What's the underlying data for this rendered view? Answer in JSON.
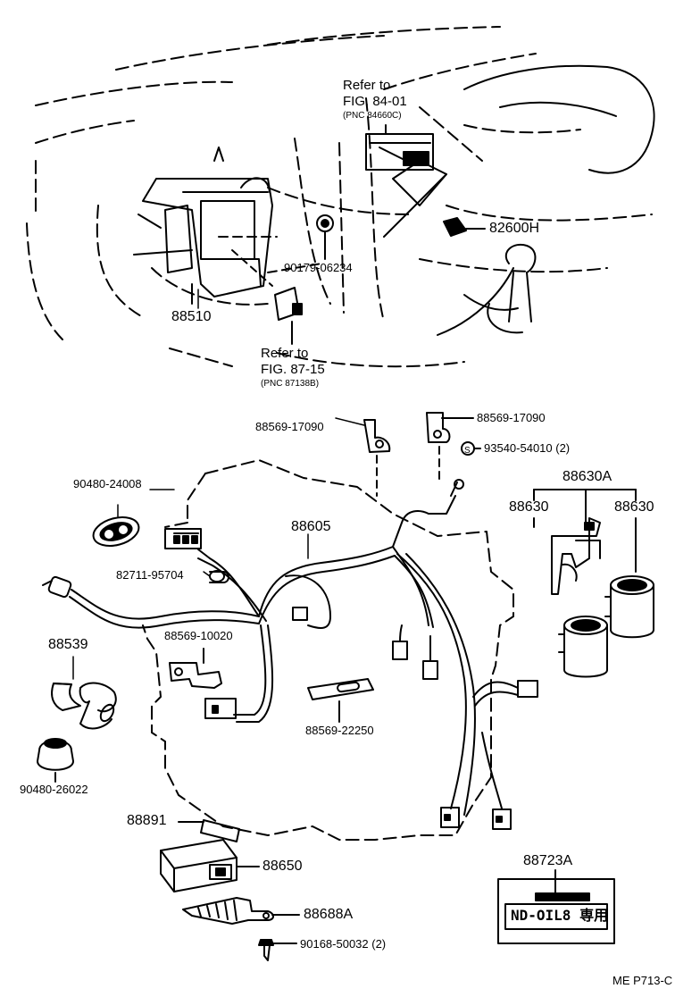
{
  "labels": {
    "ref_8401_line1": "Refer to",
    "ref_8401_line2": "FIG. 84-01",
    "ref_8401_line3": "(PNC 84660C)",
    "p82600h": "82600H",
    "p90179_06234": "90179-06234",
    "p88510": "88510",
    "ref_8715_line1": "Refer to",
    "ref_8715_line2": "FIG. 87-15",
    "ref_8715_line3": "(PNC 87138B)",
    "p88569_17090_left": "88569-17090",
    "p88569_17090_right": "88569-17090",
    "p93540_54010": "93540-54010 (2)",
    "p90480_24008": "90480-24008",
    "p88605": "88605",
    "p88630a": "88630A",
    "p88630_left": "88630",
    "p88630_right": "88630",
    "p82711_95704": "82711-95704",
    "p88539": "88539",
    "p88569_10020": "88569-10020",
    "p88569_22250": "88569-22250",
    "p90480_26022": "90480-26022",
    "p88891": "88891",
    "p88650": "88650",
    "p88723a": "88723A",
    "p88688a": "88688A",
    "p90168_50032": "90168-50032 (2)",
    "label_plate_text": "ND-OIL8 専用",
    "footer_code": "ME P713-C"
  }
}
